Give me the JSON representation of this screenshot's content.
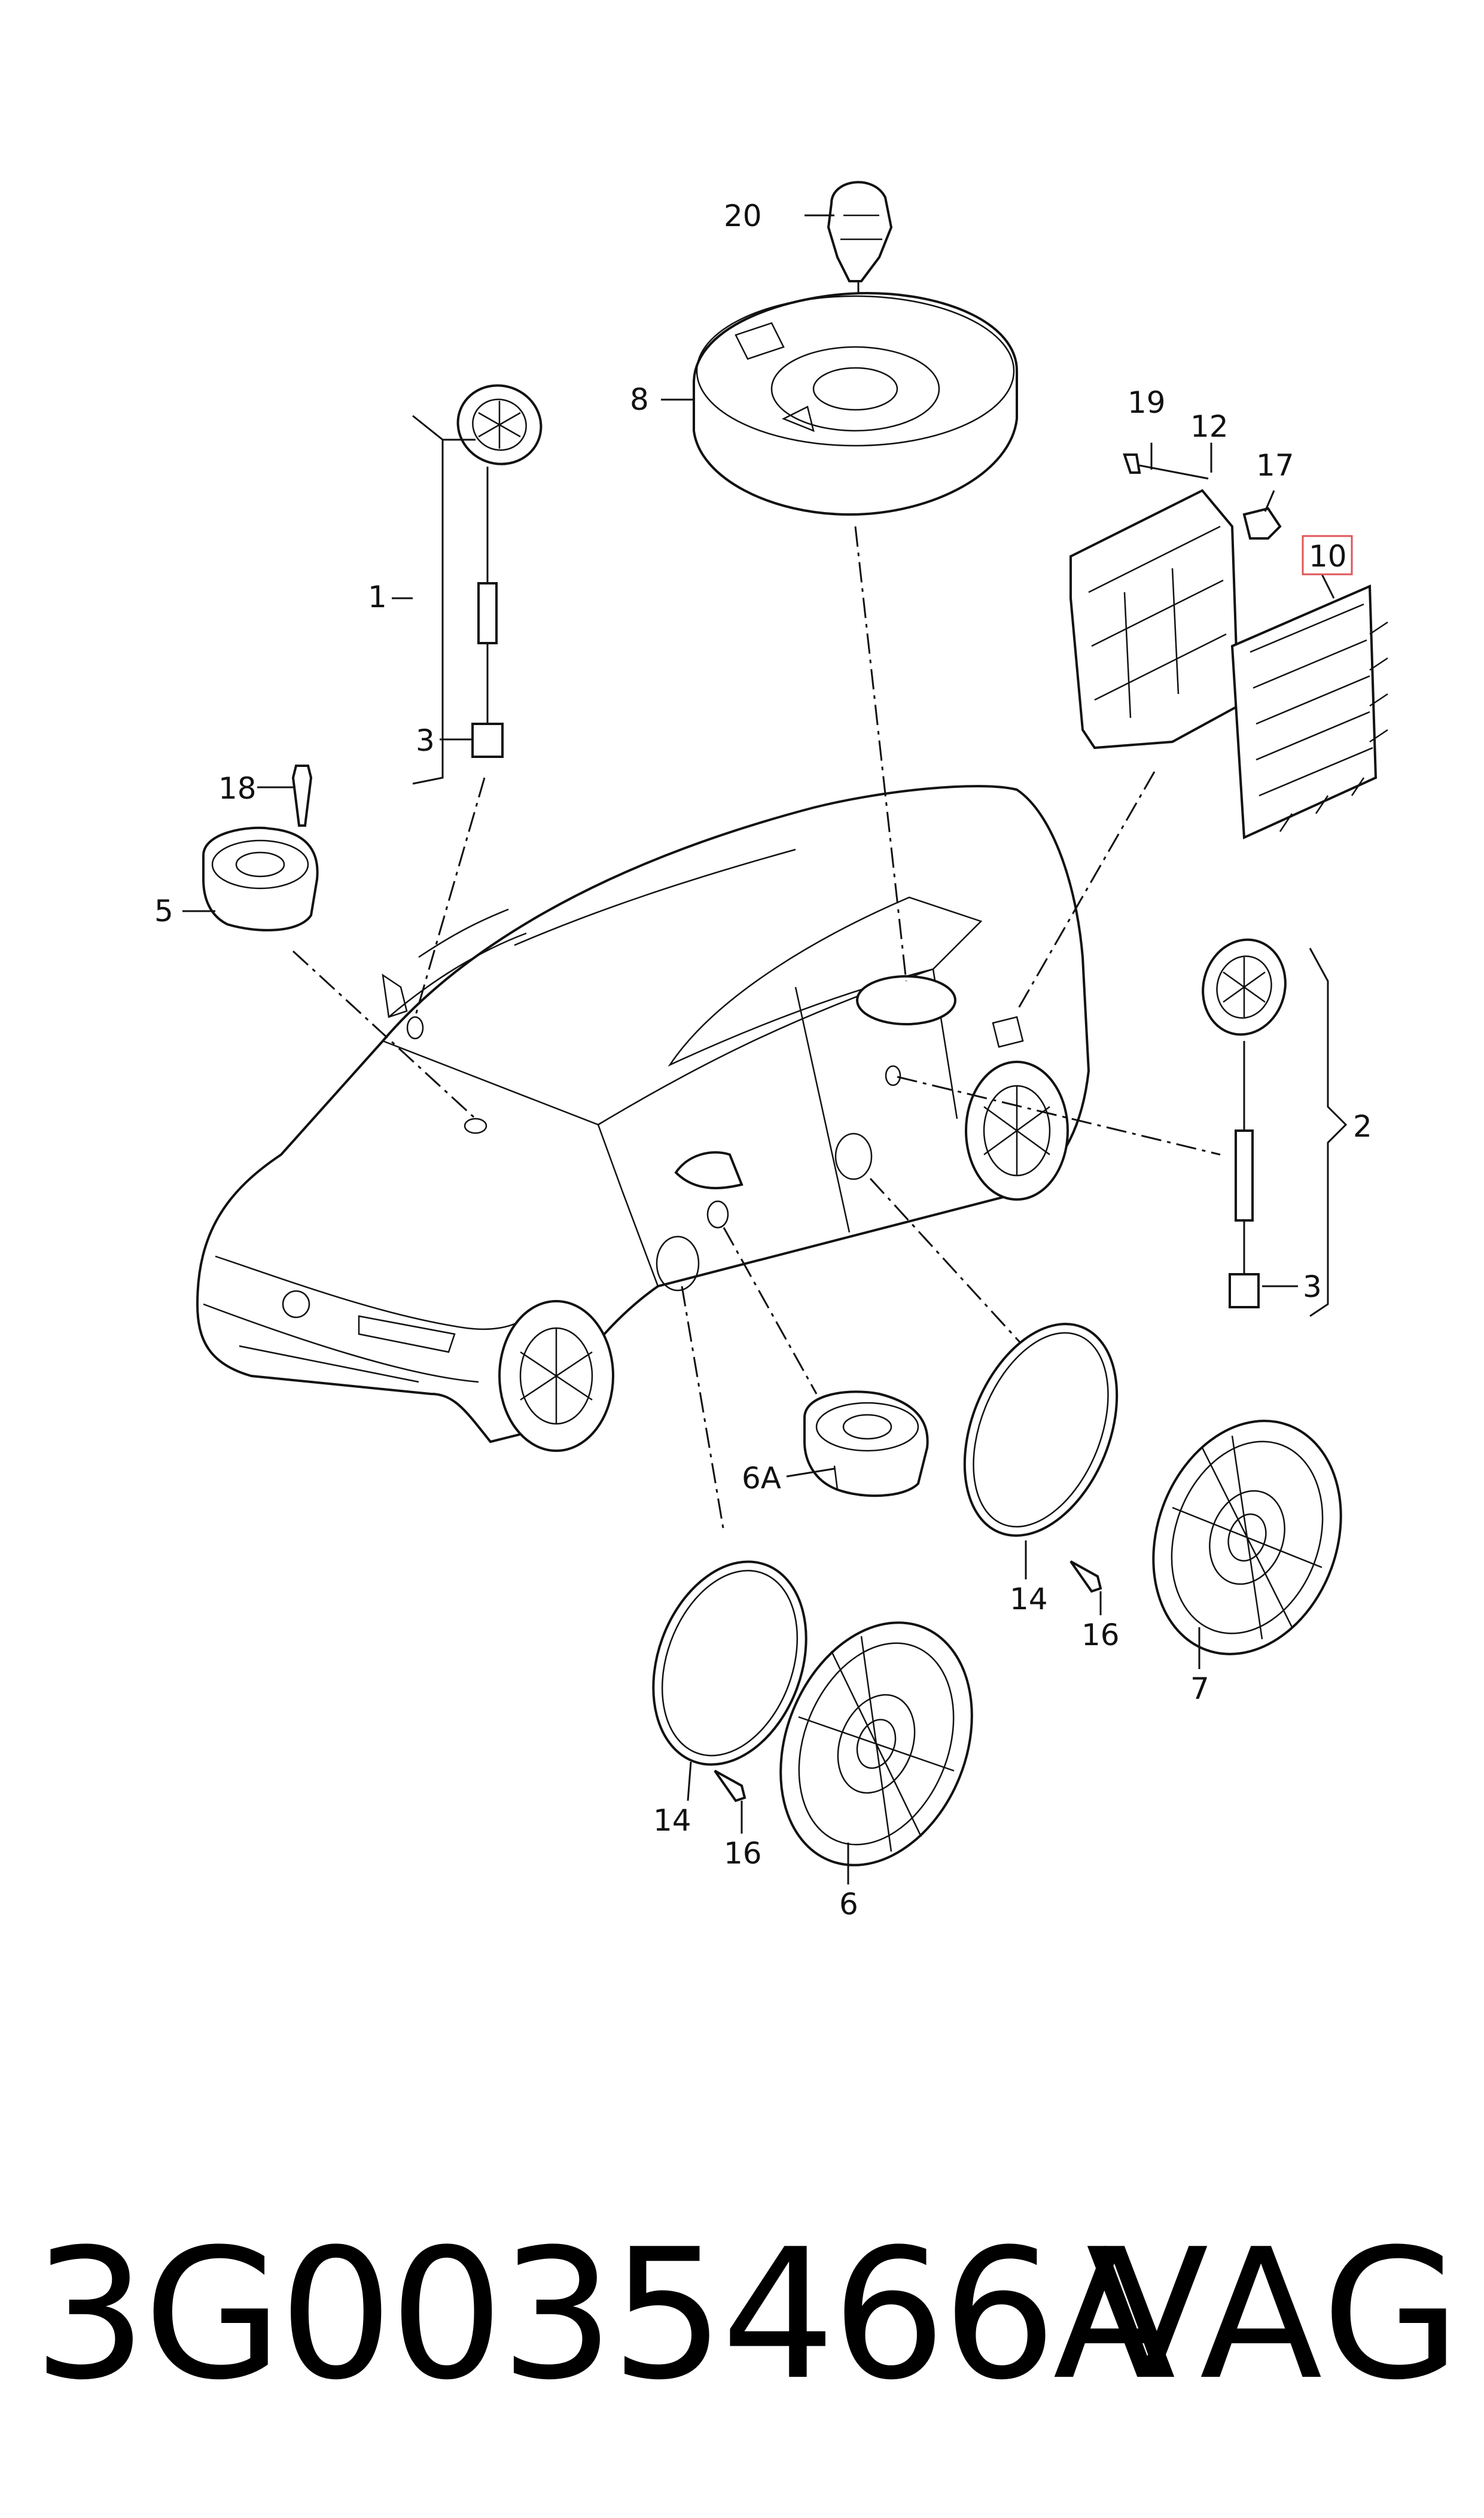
{
  "diagram": {
    "callouts": {
      "c20": "20",
      "c8": "8",
      "c19": "19",
      "c12": "12",
      "c17": "17",
      "c10": "10",
      "c1": "1",
      "c3a": "3",
      "c18": "18",
      "c5": "5",
      "c2": "2",
      "c3b": "3",
      "c6A": "6A",
      "c14a": "14",
      "c16a": "16",
      "c7": "7",
      "c14b": "14",
      "c16b": "16",
      "c6": "6"
    },
    "highlight_color": "#e0565a"
  },
  "footer": {
    "part_number": "3G0035466A",
    "brand": "VAG"
  }
}
